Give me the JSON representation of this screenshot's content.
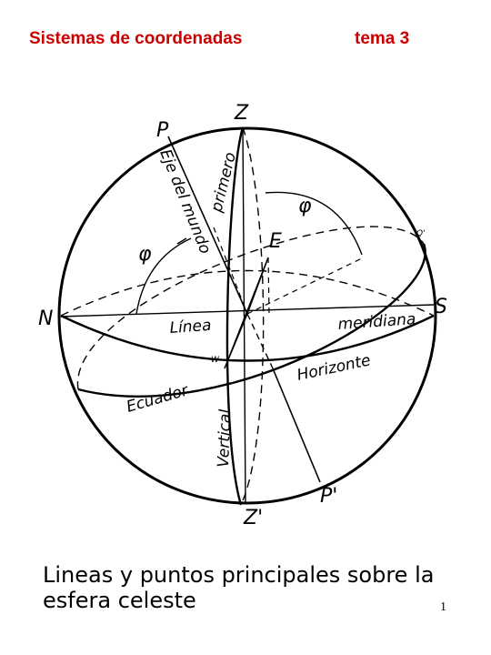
{
  "header": {
    "title_left": "Sistemas de coordenadas",
    "title_right": "tema 3",
    "title_color": "#cc0000"
  },
  "diagram": {
    "labels": {
      "zenith": "Z",
      "nadir": "Z'",
      "pole": "P",
      "pole_opposite": "P'",
      "north": "N",
      "south": "S",
      "east": "E",
      "west": "W",
      "q_prime": "Q'",
      "phi_top": "φ",
      "phi_left": "φ",
      "axis": "Eje del mundo",
      "first_vertical": "primero",
      "line": "Línea",
      "meridian": "meridiana",
      "horizon": "Horizonte",
      "equator": "Ecuador",
      "vertical": "Vertical"
    }
  },
  "caption": {
    "text": "Lineas y puntos principales sobre la esfera celeste",
    "page_number": "1"
  }
}
